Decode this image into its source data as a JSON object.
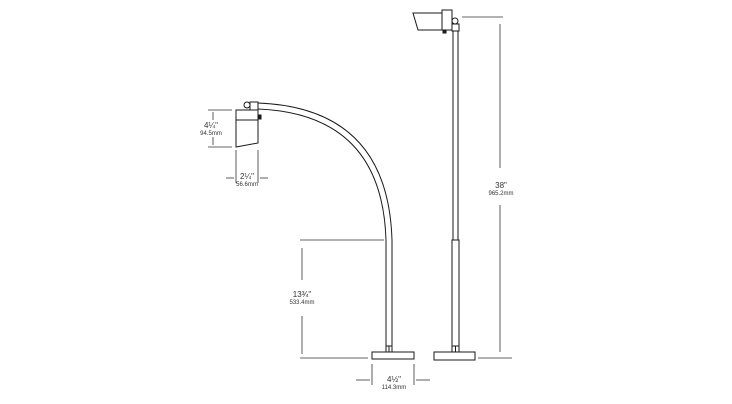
{
  "diagram": {
    "type": "dimension drawing",
    "subject": "arched lamp and straight lamp, side elevations",
    "dimensions": {
      "head_height": {
        "imperial": "4¼\"",
        "metric": "94.5mm"
      },
      "head_width": {
        "imperial": "2¼\"",
        "metric": "56.6mm"
      },
      "stem_height": {
        "imperial": "13¾\"",
        "metric": "533.4mm"
      },
      "base_width": {
        "imperial": "4½\"",
        "metric": "114.3mm"
      },
      "overall_height": {
        "imperial": "38\"",
        "metric": "965.2mm"
      }
    },
    "colors": {
      "line": "#1a1a1a",
      "dim_line": "#333333",
      "background": "#ffffff"
    }
  }
}
